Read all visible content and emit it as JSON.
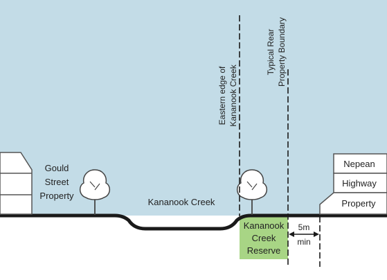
{
  "colors": {
    "sky": "#c3dce7",
    "ground_line": "#1a1a1a",
    "reserve_fill": "#a8d585",
    "building_fill": "#ffffff",
    "building_stroke": "#555555"
  },
  "labels": {
    "gould_street_line1": "Gould",
    "gould_street_line2": "Street",
    "gould_street_line3": "Property",
    "creek_label": "Kananook Creek",
    "eastern_edge_line1": "Eastern edge of",
    "eastern_edge_line2": "Kananook Creek",
    "rear_boundary_line1": "Typical Rear",
    "rear_boundary_line2": "Property Boundary",
    "reserve_line1": "Kananook",
    "reserve_line2": "Creek",
    "reserve_line3": "Reserve",
    "setback_value": "5m",
    "setback_qualifier": "min",
    "nepean_line1": "Nepean",
    "nepean_line2": "Highway",
    "nepean_line3": "Property"
  },
  "icons": {
    "left_tree": "tree-icon",
    "right_tree": "tree-icon",
    "setback_arrow": "double-arrow-icon"
  }
}
